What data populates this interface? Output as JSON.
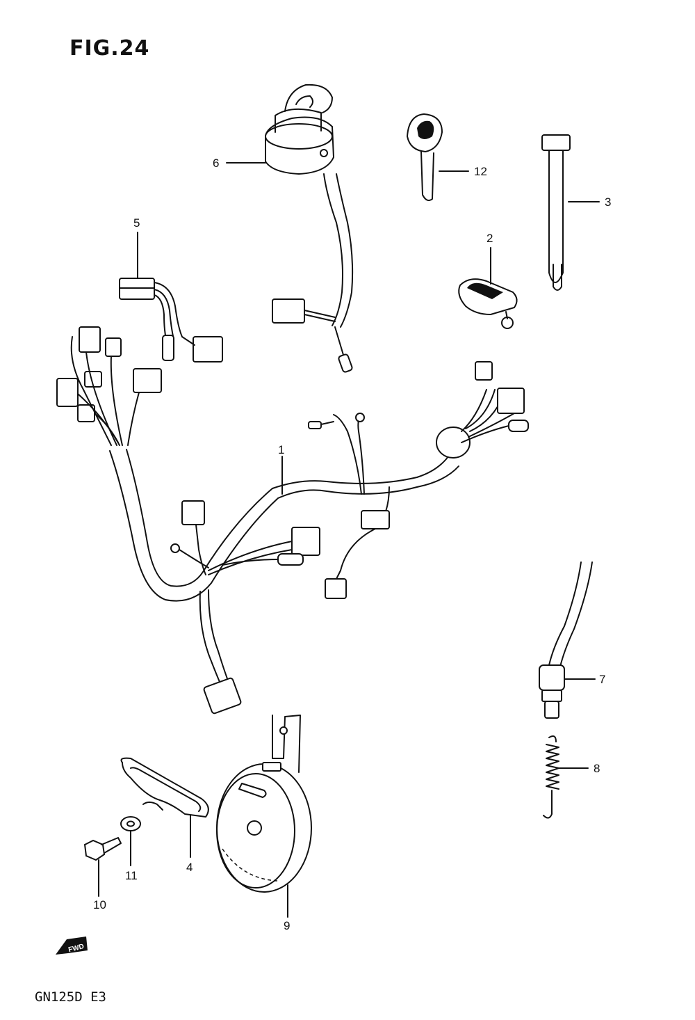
{
  "figure": {
    "title": "FIG.24",
    "model": "GN125D  E3",
    "fwd_label": "FWD"
  },
  "callouts": {
    "p1": "1",
    "p2": "2",
    "p3": "3",
    "p4": "4",
    "p5": "5",
    "p6": "6",
    "p7": "7",
    "p8": "8",
    "p9": "9",
    "p10": "10",
    "p11": "11",
    "p12": "12"
  }
}
